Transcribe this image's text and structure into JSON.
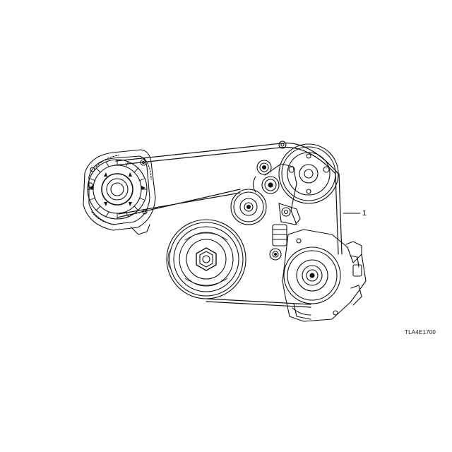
{
  "callouts": [
    {
      "number": "1",
      "part": "belt"
    }
  ],
  "reference_code": "TLA4E1700"
}
